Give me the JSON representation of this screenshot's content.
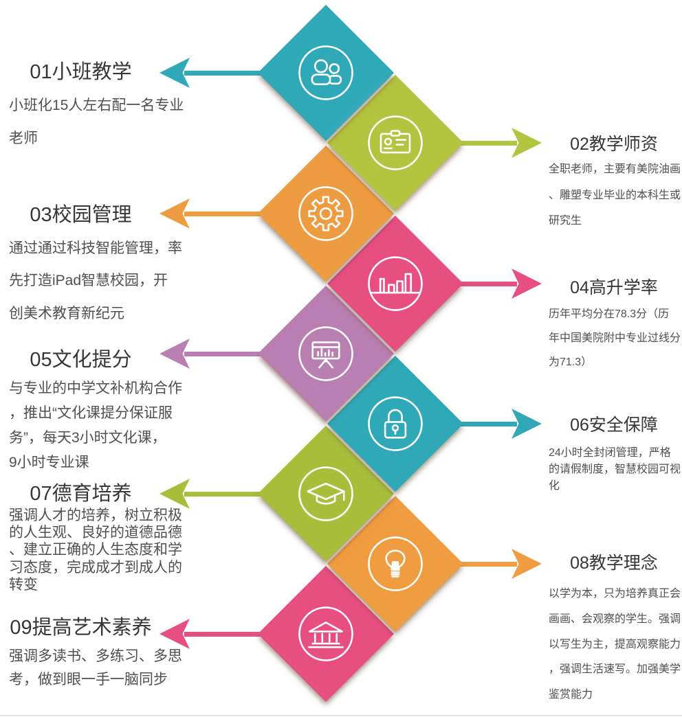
{
  "canvas": {
    "background": "#ffffff"
  },
  "items": [
    {
      "id": "01",
      "side": "left",
      "color": "#2FA9B8",
      "icon": "users-icon",
      "title": "01小班教学",
      "desc": "小班化15人左右配一名专业\n老师"
    },
    {
      "id": "02",
      "side": "right",
      "color": "#B3C440",
      "icon": "id-card-icon",
      "title": "02教学师资",
      "desc": "全职老师，主要有美院油画\n、雕塑专业毕业的本科生或\n研究生"
    },
    {
      "id": "03",
      "side": "left",
      "color": "#EE9C41",
      "icon": "gear-icon",
      "title": "03校园管理",
      "desc": "通过通过科技智能管理，率\n先打造iPad智慧校园，开\n创美术教育新纪元"
    },
    {
      "id": "04",
      "side": "right",
      "color": "#E84F81",
      "icon": "bar-chart-icon",
      "title": "04高升学率",
      "desc": "历年平均分在78.3分（历\n年中国美院附中专业过线分\n为71.3）"
    },
    {
      "id": "05",
      "side": "left",
      "color": "#BA7FB2",
      "icon": "presentation-board-icon",
      "title": "05文化提分",
      "desc": "与专业的中学文补机构合作\n，推出“文化课提分保证服\n务”，每天3小时文化课，\n9小时专业课"
    },
    {
      "id": "06",
      "side": "right",
      "color": "#2FA9B8",
      "icon": "lock-icon",
      "title": "06安全保障",
      "desc": "24小时全封闭管理，严格\n的请假制度，智慧校园可视\n化"
    },
    {
      "id": "07",
      "side": "left",
      "color": "#A9BF3B",
      "icon": "graduation-cap-icon",
      "title": "07德育培养",
      "desc": "强调人才的培养，树立积极\n的人生观、良好的道德品德\n、建立正确的人生态度和学\n习态度，完成成才到成人的\n转变"
    },
    {
      "id": "08",
      "side": "right",
      "color": "#F09D41",
      "icon": "lightbulb-icon",
      "title": "08教学理念",
      "desc": "以学为本，只为培养真正会\n画画、会观察的学生。强调\n以写生为主，提高观察能力\n，强调生活速写。加强美学\n鉴赏能力"
    },
    {
      "id": "09",
      "side": "left",
      "color": "#E84F81",
      "icon": "bank-icon",
      "title": "09提高艺术素养",
      "desc": "强调多读书、多练习、多思\n考，做到眼一手一脑同步"
    }
  ]
}
